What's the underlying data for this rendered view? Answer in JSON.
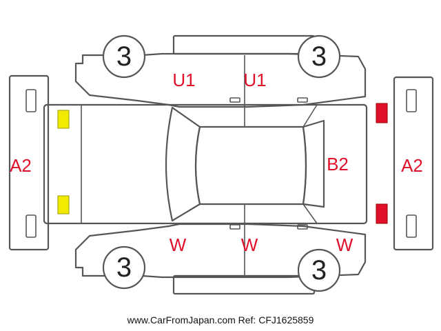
{
  "colors": {
    "outline": "#555555",
    "code_text": "#e0102a",
    "mark_yellow": "#f2ea00",
    "mark_red": "#e0102a",
    "wheel_fill": "#ffffff"
  },
  "wheels": {
    "front_left": "3",
    "front_right": "3",
    "rear_left": "3",
    "rear_right": "3"
  },
  "codes": {
    "front_bumper": "A2",
    "rear_bumper": "A2",
    "roof_front": "U1",
    "roof_rear": "U1",
    "back_door": "B2",
    "door_front_lower": "W",
    "door_rear_lower": "W",
    "quarter_lower": "W"
  },
  "marks": {
    "front_upper": "yellow",
    "front_lower": "yellow",
    "rear_upper": "red",
    "rear_lower": "red"
  },
  "footer": "www.CarFromJapan.com Ref: CFJ1625859"
}
